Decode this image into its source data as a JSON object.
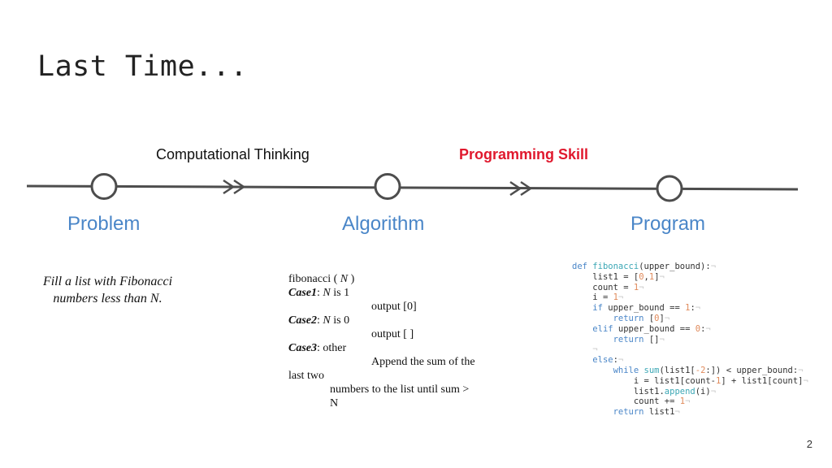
{
  "title": "Last Time...",
  "captions": {
    "computational_thinking": "Computational Thinking",
    "programming_skill": "Programming Skill"
  },
  "stages": {
    "problem": "Problem",
    "algorithm": "Algorithm",
    "program": "Program"
  },
  "problem_description": "Fill a list with Fibonacci numbers less than N.",
  "algorithm": {
    "header_prefix": "fibonacci ( ",
    "header_var": "N",
    "header_suffix": " )",
    "case1_label": "Case1",
    "case1_var": "N",
    "case1_rest": " is 1",
    "case1_output": "output [0]",
    "case2_label": "Case2",
    "case2_var": "N",
    "case2_rest": " is 0",
    "case2_output": "output [ ]",
    "case3_label": "Case3",
    "case3_rest": ": other",
    "case3_line1": "Append the sum of the",
    "case3_line2": "last two",
    "case3_line3": "numbers to the list until sum >",
    "case3_line4": "N"
  },
  "code": {
    "l1_def": "def",
    "l1_fn": "fibonacci",
    "l1_rest": "(upper_bound):",
    "l2_a": "list1 = [",
    "l2_n0": "0",
    "l2_comma": ",",
    "l2_n1": "1",
    "l2_b": "]",
    "l3_a": "count = ",
    "l3_n": "1",
    "l4_a": "i = ",
    "l4_n": "1",
    "l5_kw": "if",
    "l5_a": " upper_bound == ",
    "l5_n": "1",
    "l5_b": ":",
    "l6_kw": "return",
    "l6_a": " [",
    "l6_n": "0",
    "l6_b": "]",
    "l7_kw": "elif",
    "l7_a": " upper_bound == ",
    "l7_n": "0",
    "l7_b": ":",
    "l8_kw": "return",
    "l8_a": " []",
    "l10_kw": "else",
    "l10_a": ":",
    "l11_kw": "while",
    "l11_fn": "sum",
    "l11_a": "(list1[",
    "l11_n": "-2",
    "l11_b": ":]) < upper_bound:",
    "l12_a": "i = list1[count-",
    "l12_n": "1",
    "l12_b": "] + list1[count]",
    "l13_a": "list1.",
    "l13_fn": "append",
    "l13_b": "(i)",
    "l14_a": "count += ",
    "l14_n": "1",
    "l15_kw": "return",
    "l15_a": " list1",
    "pilcrow": "¬"
  },
  "page_number": "2",
  "colors": {
    "stage_blue": "#4a86c8",
    "accent_red": "#e0182d",
    "timeline": "#4d4d4d"
  }
}
